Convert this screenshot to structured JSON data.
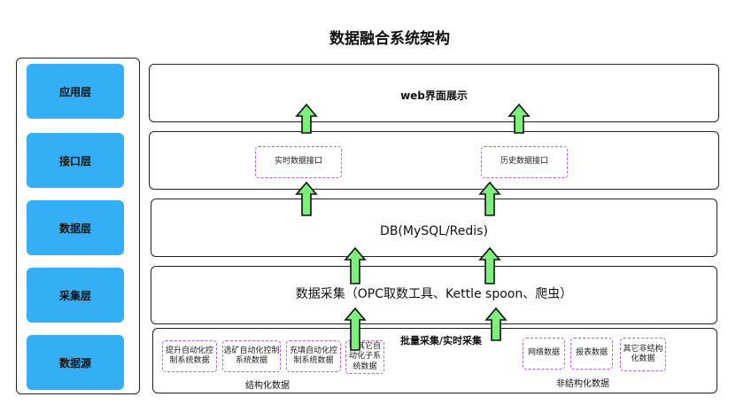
{
  "title": "数据融合系统架构",
  "layers": [
    "应用层",
    "接口层",
    "数据层",
    "采集层",
    "数据源"
  ],
  "app_box": {
    "label": "web界面展示"
  },
  "interface_box": {
    "realtime": "实时数据接口",
    "history": "历史数据接口"
  },
  "db_box": {
    "label": "DB(MySQL/Redis)"
  },
  "collect_box": {
    "label": "数据采集（OPC取数工具、Kettle spoon、爬虫）"
  },
  "source_box": {
    "structured": {
      "items": [
        "提升自动化控制系统数据",
        "选矿自动化控制系统数据",
        "充填自动化控制系统数据",
        "等其它自动化子系统数据"
      ],
      "caption": "结构化数据"
    },
    "batch_label": "批量采集/实时采集",
    "unstructured": {
      "items": [
        "网络数据",
        "报表数据",
        "其它非结构化数据"
      ],
      "caption": "非结构化数据"
    }
  },
  "colors": {
    "layer_tag": "#34aef4",
    "arrow_fill": "#7cf07a",
    "dashed_border": "#b75ce0"
  }
}
